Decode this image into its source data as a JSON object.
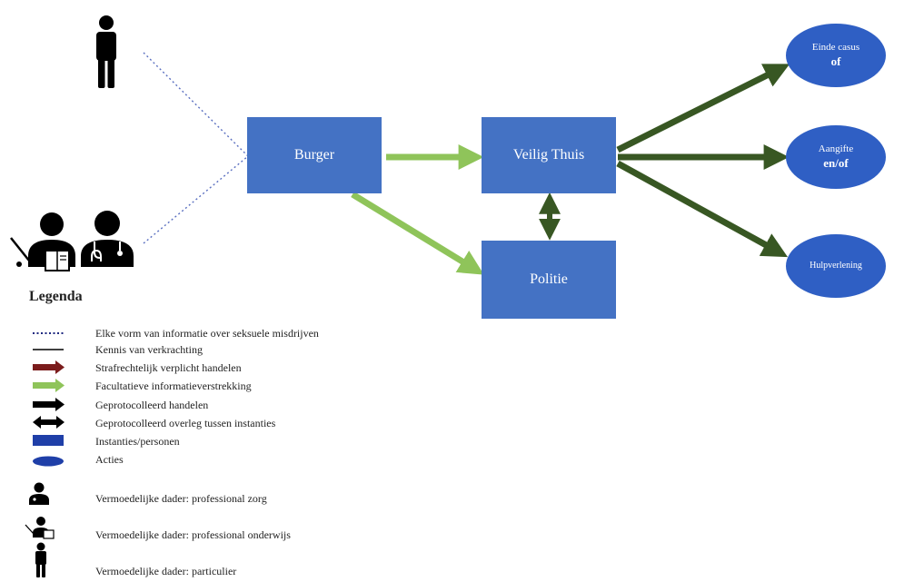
{
  "nodes": {
    "burger": "Burger",
    "veilig_thuis": "Veilig Thuis",
    "politie": "Politie"
  },
  "actions": {
    "einde_line1": "Einde casus",
    "einde_line2": "of",
    "aangifte_line1": "Aangifte",
    "aangifte_line2": "en/of",
    "hulpverlening": "Hulpverlening"
  },
  "legend": {
    "title": "Legenda",
    "items": [
      "Elke vorm van informatie over seksuele misdrijven",
      "Kennis van verkrachting",
      "Strafrechtelijk verplicht handelen",
      "Facultatieve informatieverstrekking",
      "Geprotocolleerd handelen",
      "Geprotocolleerd overleg tussen instanties",
      "Instanties/personen",
      "Acties",
      "Vermoedelijke dader: professional zorg",
      "Vermoedelijke dader: professional onderwijs",
      "Vermoedelijke dader: particulier"
    ]
  },
  "colors": {
    "instance_box": "#4472c4",
    "action_oval": "#2f5fc4",
    "facultative_arrow": "#8fc45a",
    "protocol_arrow": "#385723",
    "mandatory_arrow": "#7b1c1c",
    "info_line": "#5a6fc0"
  }
}
